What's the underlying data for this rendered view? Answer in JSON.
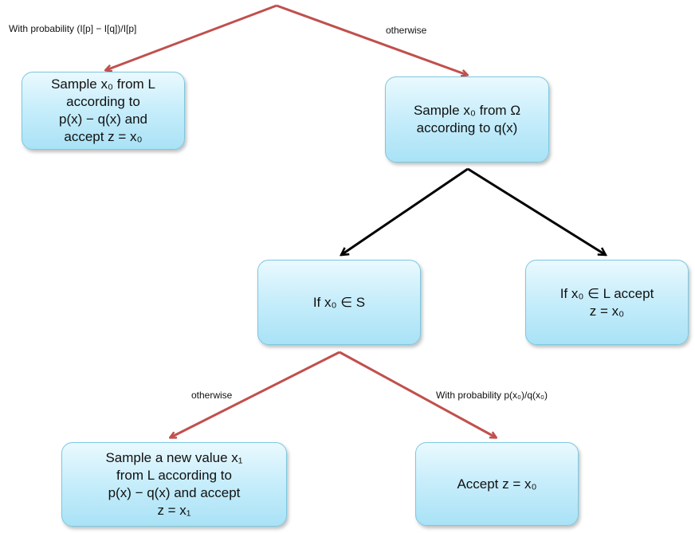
{
  "colors": {
    "red_arrow": "#c0504d",
    "black_arrow": "#000000",
    "box_border": "#7cc8e0",
    "box_fill_top": "#eaf9fe",
    "box_fill_bottom": "#a9e2f6"
  },
  "edge_labels": {
    "top_left": "With probability (I[p] − I[q])/I[p]",
    "top_right": "otherwise",
    "bottom_left": "otherwise",
    "bottom_right": "With probability p(x₀)/q(x₀)"
  },
  "nodes": {
    "sample_from_L": {
      "lines": [
        "Sample x₀ from L",
        "according to",
        "p(x) − q(x) and",
        "accept z = x₀"
      ]
    },
    "sample_from_omega": {
      "lines": [
        "Sample x₀ from Ω",
        "according to q(x)"
      ]
    },
    "if_in_S": {
      "lines": [
        "If x₀ ∈ S"
      ]
    },
    "if_in_L": {
      "lines": [
        "If x₀ ∈ L accept",
        "z = x₀"
      ]
    },
    "sample_new_value": {
      "lines": [
        "Sample a new value x₁",
        "from L according to",
        "p(x) − q(x) and accept",
        "z = x₁"
      ]
    },
    "accept": {
      "lines": [
        "Accept z = x₀"
      ]
    }
  }
}
